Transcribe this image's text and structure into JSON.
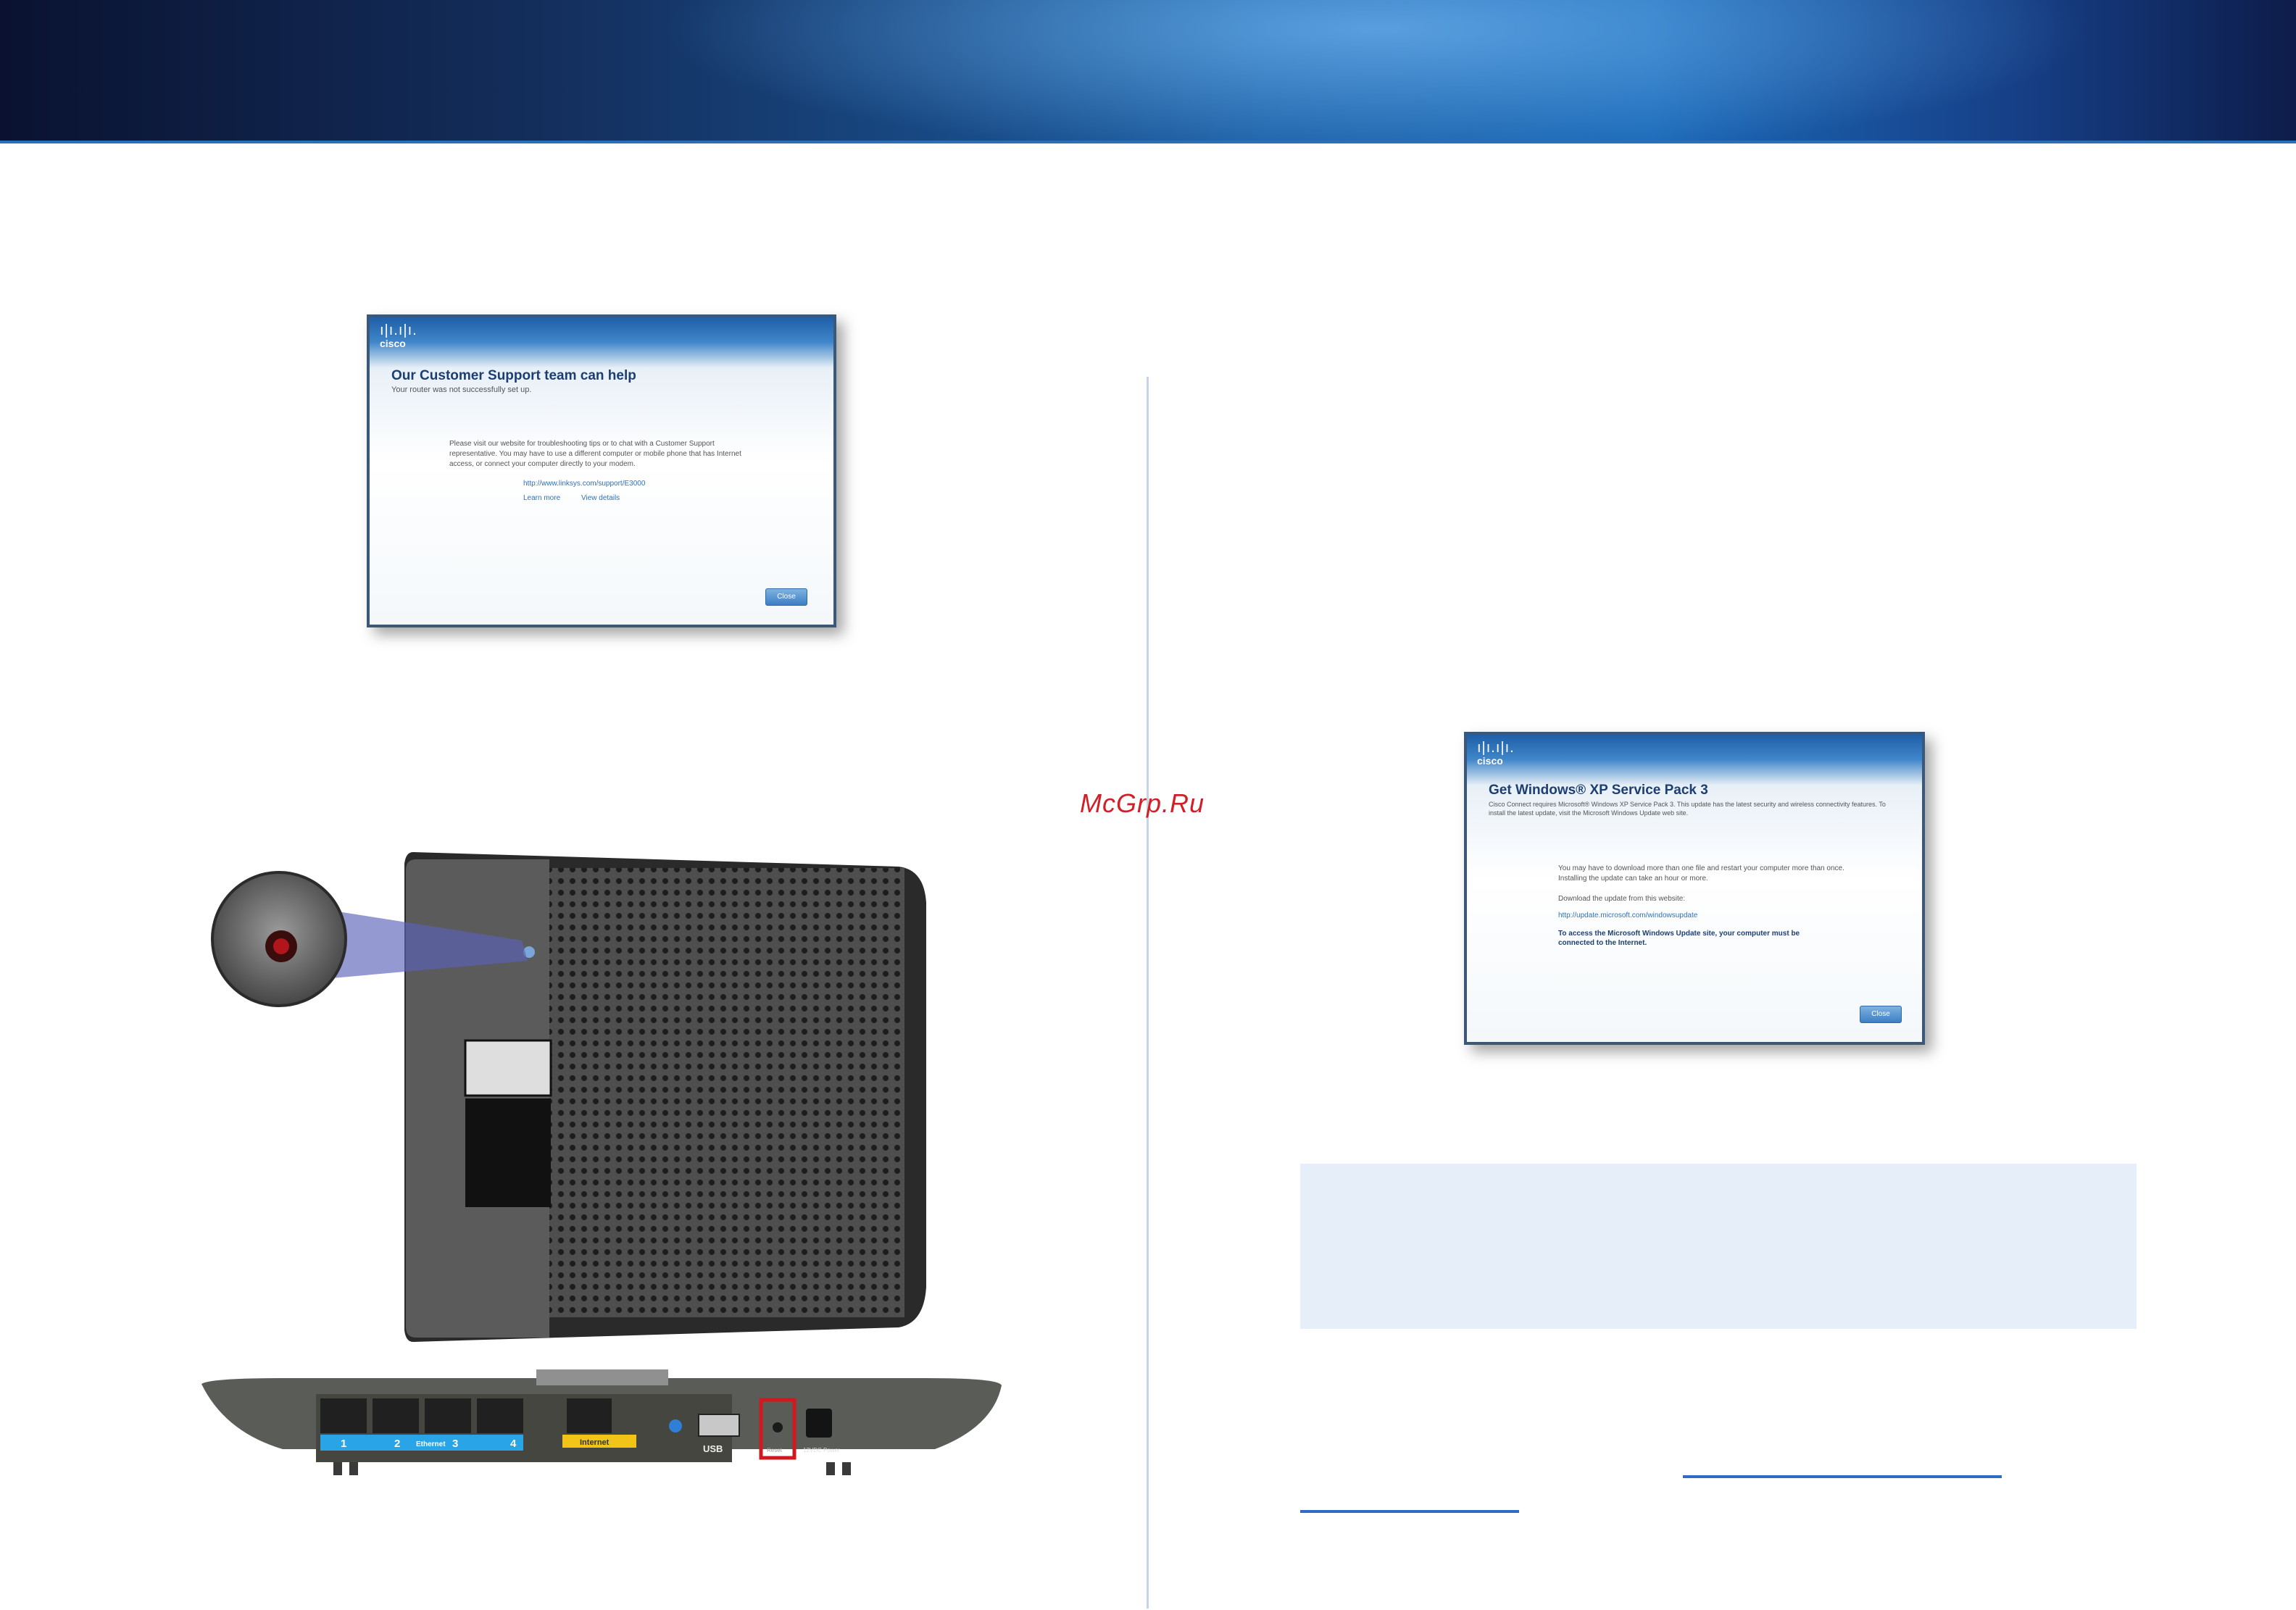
{
  "watermark": "McGrp.Ru",
  "shot1": {
    "logo_bars": "ı|ı.ı|ı.",
    "logo_word": "cisco",
    "title": "Our Customer Support team can help",
    "subtitle": "Your router was not successfully set up.",
    "paragraph": "Please visit our website for troubleshooting tips or to chat with a Customer Support representative. You may have to use a different computer or mobile phone that has Internet access, or connect your computer directly to your modem.",
    "url": "http://www.linksys.com/support/E3000",
    "learn_more": "Learn more",
    "view_details": "View details",
    "close_button": "Close"
  },
  "shot2": {
    "logo_bars": "ı|ı.ı|ı.",
    "logo_word": "cisco",
    "title": "Get Windows® XP Service Pack 3",
    "intro": "Cisco Connect requires Microsoft® Windows XP Service Pack 3. This update has the latest security and wireless connectivity features. To install the latest update, visit the Microsoft Windows Update web site.",
    "para1": "You may have to download more than one file and restart your computer more than once. Installing the update can take an hour or more.",
    "para2": "Download the update from this website:",
    "url": "http://update.microsoft.com/windowsupdate",
    "bold_note": "To access the Microsoft Windows Update site, your computer must be connected to the Internet.",
    "close_button": "Close"
  },
  "router_back": {
    "port_labels": [
      "1",
      "2",
      "3",
      "4"
    ],
    "ethernet_label": "Ethernet",
    "internet_label": "Internet",
    "usb_label": "USB",
    "reset_label": "Reset",
    "power_label": "12VDC Power"
  },
  "colors": {
    "header_blue": "#1b5fa5",
    "reset_highlight": "#d2181f",
    "note_background": "#e6eef9",
    "ethernet_strip": "#29a4e6",
    "internet_strip": "#f2c418"
  }
}
